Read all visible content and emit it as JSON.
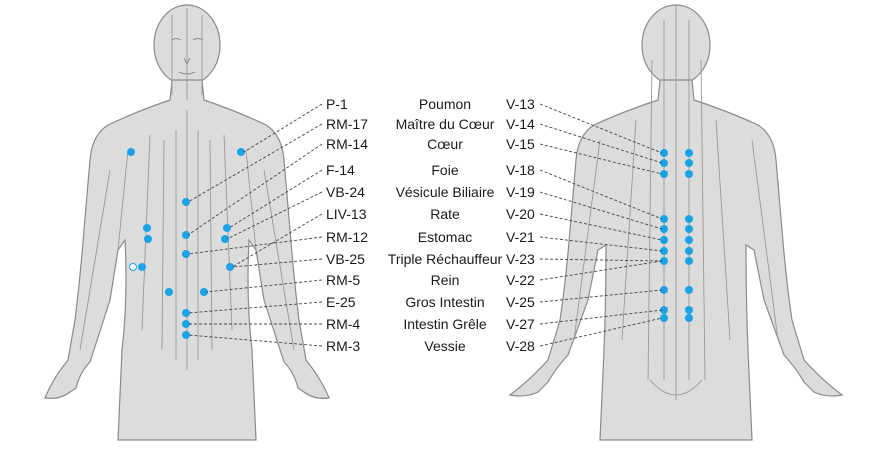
{
  "front_codes": [
    "P-1",
    "RM-17",
    "RM-14",
    "F-14",
    "VB-24",
    "LIV-13",
    "RM-12",
    "VB-25",
    "RM-5",
    "E-25",
    "RM-4",
    "RM-3"
  ],
  "organs": [
    "Poumon",
    "Maître du Cœur",
    "Cœur",
    "Foie",
    "Vésicule Biliaire",
    "Rate",
    "Estomac",
    "Triple Réchauffeur",
    "Rein",
    "Gros Intestin",
    "Intestin Grêle",
    "Vessie"
  ],
  "back_codes": [
    "V-13",
    "V-14",
    "V-15",
    "V-18",
    "V-19",
    "V-20",
    "V-21",
    "V-23",
    "V-22",
    "V-25",
    "V-27",
    "V-28"
  ],
  "colors": {
    "point": "#1ba3e8",
    "body_fill": "#dcdcdc",
    "body_stroke": "#8a8a8a",
    "meridian": "#9a9a9a",
    "leader": "#444444"
  }
}
